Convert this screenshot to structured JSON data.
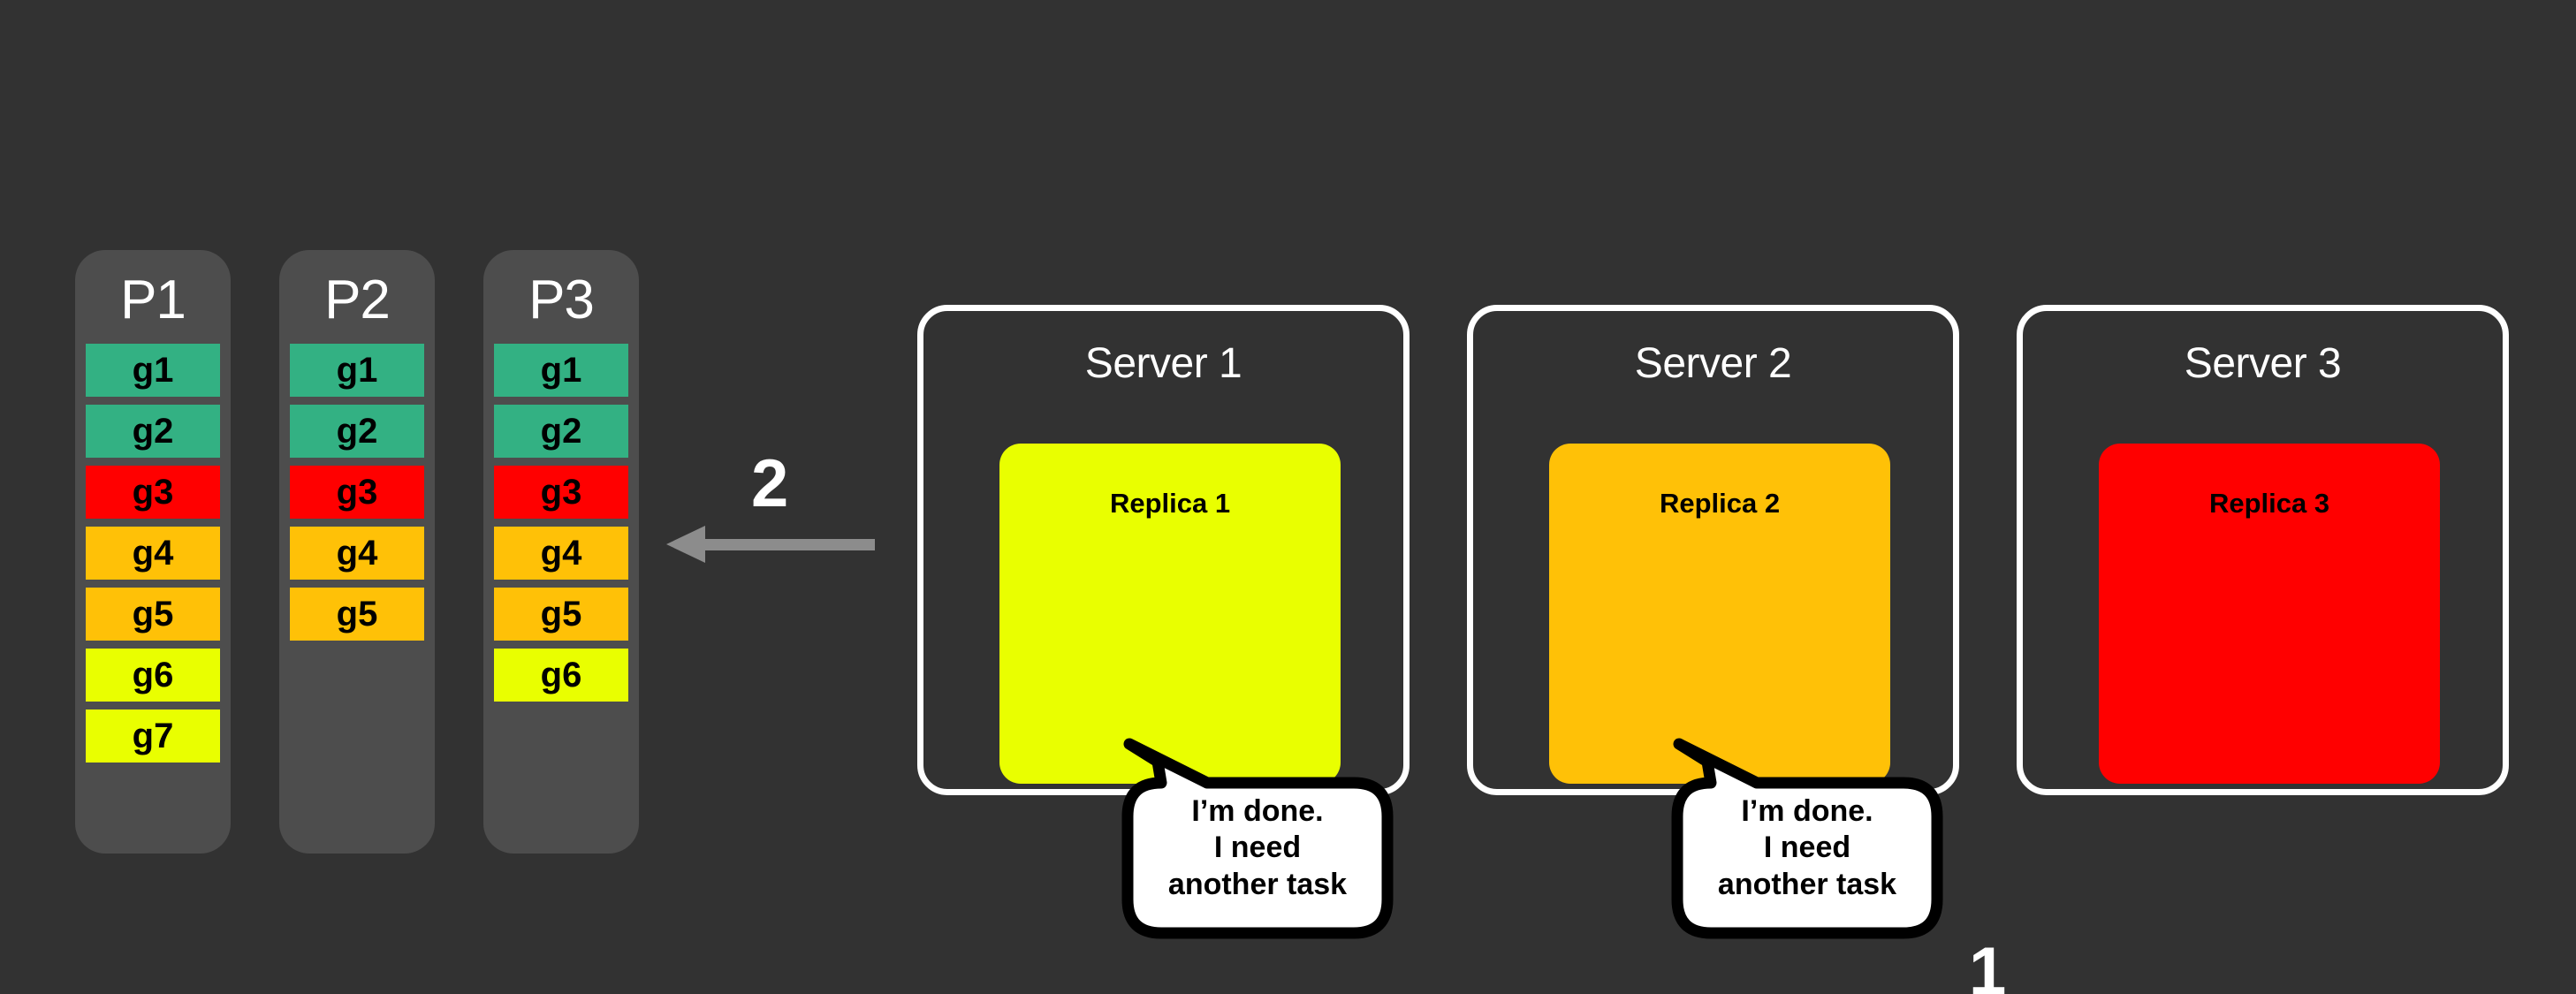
{
  "background_color": "#323232",
  "palette": {
    "column_bg": "#4d4d4d",
    "task_green": "#33b183",
    "task_red": "#ff0000",
    "task_amber": "#ffc107",
    "task_yellow": "#e9ff00",
    "replica_1": "#e9ff00",
    "replica_2": "#ffc107",
    "replica_3": "#ff0000",
    "arrow": "#8c8c8c",
    "outline": "#ffffff",
    "text_light": "#ffffff",
    "text_dark": "#000000"
  },
  "partitions": [
    {
      "title": "P1",
      "tasks": [
        {
          "label": "g1",
          "color": "#33b183"
        },
        {
          "label": "g2",
          "color": "#33b183"
        },
        {
          "label": "g3",
          "color": "#ff0000"
        },
        {
          "label": "g4",
          "color": "#ffc107"
        },
        {
          "label": "g5",
          "color": "#ffc107"
        },
        {
          "label": "g6",
          "color": "#e9ff00"
        },
        {
          "label": "g7",
          "color": "#e9ff00"
        }
      ]
    },
    {
      "title": "P2",
      "tasks": [
        {
          "label": "g1",
          "color": "#33b183"
        },
        {
          "label": "g2",
          "color": "#33b183"
        },
        {
          "label": "g3",
          "color": "#ff0000"
        },
        {
          "label": "g4",
          "color": "#ffc107"
        },
        {
          "label": "g5",
          "color": "#ffc107"
        }
      ]
    },
    {
      "title": "P3",
      "tasks": [
        {
          "label": "g1",
          "color": "#33b183"
        },
        {
          "label": "g2",
          "color": "#33b183"
        },
        {
          "label": "g3",
          "color": "#ff0000"
        },
        {
          "label": "g4",
          "color": "#ffc107"
        },
        {
          "label": "g5",
          "color": "#ffc107"
        },
        {
          "label": "g6",
          "color": "#e9ff00"
        }
      ]
    }
  ],
  "arrow": {
    "step_label": "2",
    "direction": "left",
    "color": "#8c8c8c"
  },
  "servers": [
    {
      "title": "Server 1",
      "replica_label": "Replica 1",
      "replica_color": "#e9ff00",
      "bubble": {
        "text": "I’m done.\nI need\nanother task"
      }
    },
    {
      "title": "Server 2",
      "replica_label": "Replica 2",
      "replica_color": "#ffc107",
      "bubble": {
        "text": "I’m done.\nI need\nanother task"
      }
    },
    {
      "title": "Server 3",
      "replica_label": "Replica 3",
      "replica_color": "#ff0000",
      "bubble": null
    }
  ],
  "step_markers": [
    {
      "label": "1"
    }
  ]
}
